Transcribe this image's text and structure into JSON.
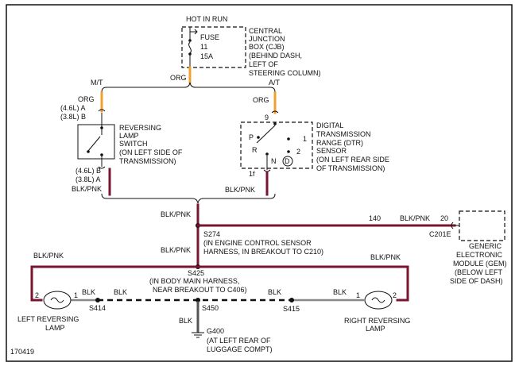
{
  "labels": {
    "hot_in_run": "HOT IN RUN",
    "fuse": "FUSE",
    "fuse_num": "11",
    "fuse_amp": "15A",
    "cjb_1": "CENTRAL",
    "cjb_2": "JUNCTION",
    "cjb_3": "BOX (CJB)",
    "cjb_4": "(BEHIND DASH,",
    "cjb_5": "LEFT OF",
    "cjb_6": "STEERING COLUMN)",
    "org_main": "ORG",
    "mt": "M/T",
    "at": "A/T",
    "org_mt": "ORG",
    "mt_a_46": "(4.6L) A",
    "mt_b_38": "(3.8L) B",
    "org_at": "ORG",
    "pin_9": "9",
    "rls_1": "REVERSING",
    "rls_2": "LAMP",
    "rls_3": "SWITCH",
    "rls_4": "(ON LEFT SIDE OF",
    "rls_5": "TRANSMISSION)",
    "dtr_1": "DIGITAL",
    "dtr_2": "TRANSMISSION",
    "dtr_3": "RANGE (DTR)",
    "dtr_4": "SENSOR",
    "dtr_5": "(ON LEFT REAR SIDE",
    "dtr_6": "OF TRANSMISSION)",
    "dtr_p": "P",
    "dtr_r": "R",
    "dtr_n": "N",
    "dtr_d": "D",
    "dtr_1pin": "1",
    "dtr_2pin": "2",
    "mt_b_46": "(4.6L) B",
    "mt_a_38": "(3.8L) A",
    "blk_pnk_mt": "BLK/PNK",
    "pin_1f": "1f",
    "blk_pnk_at": "BLK/PNK",
    "blk_pnk_s274": "BLK/PNK",
    "w140": "140",
    "blk_pnk_gem": "BLK/PNK",
    "pin_20": "20",
    "c201e": "C201E",
    "s274": "S274",
    "s274_1": "(IN ENGINE CONTROL SENSOR",
    "s274_2": "HARNESS, IN BREAKOUT TO C210)",
    "gem_1": "GENERIC",
    "gem_2": "ELECTRONIC",
    "gem_3": "MODULE (GEM)",
    "gem_4": "(BELOW LEFT",
    "gem_5": "SIDE OF DASH)",
    "blk_pnk_left": "BLK/PNK",
    "blk_pnk_center": "BLK/PNK",
    "blk_pnk_right": "BLK/PNK",
    "s425": "S425",
    "s425_1": "(IN BODY MAIN HARNESS,",
    "s425_2": "NEAR BREAKOUT TO C406)",
    "l_pin2": "2",
    "l_pin1": "1",
    "blk_1": "BLK",
    "blk_2": "BLK",
    "blk_3": "BLK",
    "blk_4": "BLK",
    "r_pin1": "1",
    "r_pin2": "2",
    "s414": "S414",
    "s450": "S450",
    "s415": "S415",
    "left_lamp_1": "LEFT REVERSING",
    "left_lamp_2": "LAMP",
    "right_lamp_1": "RIGHT REVERSING",
    "right_lamp_2": "LAMP",
    "blk_ground": "BLK",
    "g400": "G400",
    "g400_1": "(AT LEFT REAR OF",
    "g400_2": "LUGGAGE COMPT)",
    "fig_id": "170419"
  }
}
